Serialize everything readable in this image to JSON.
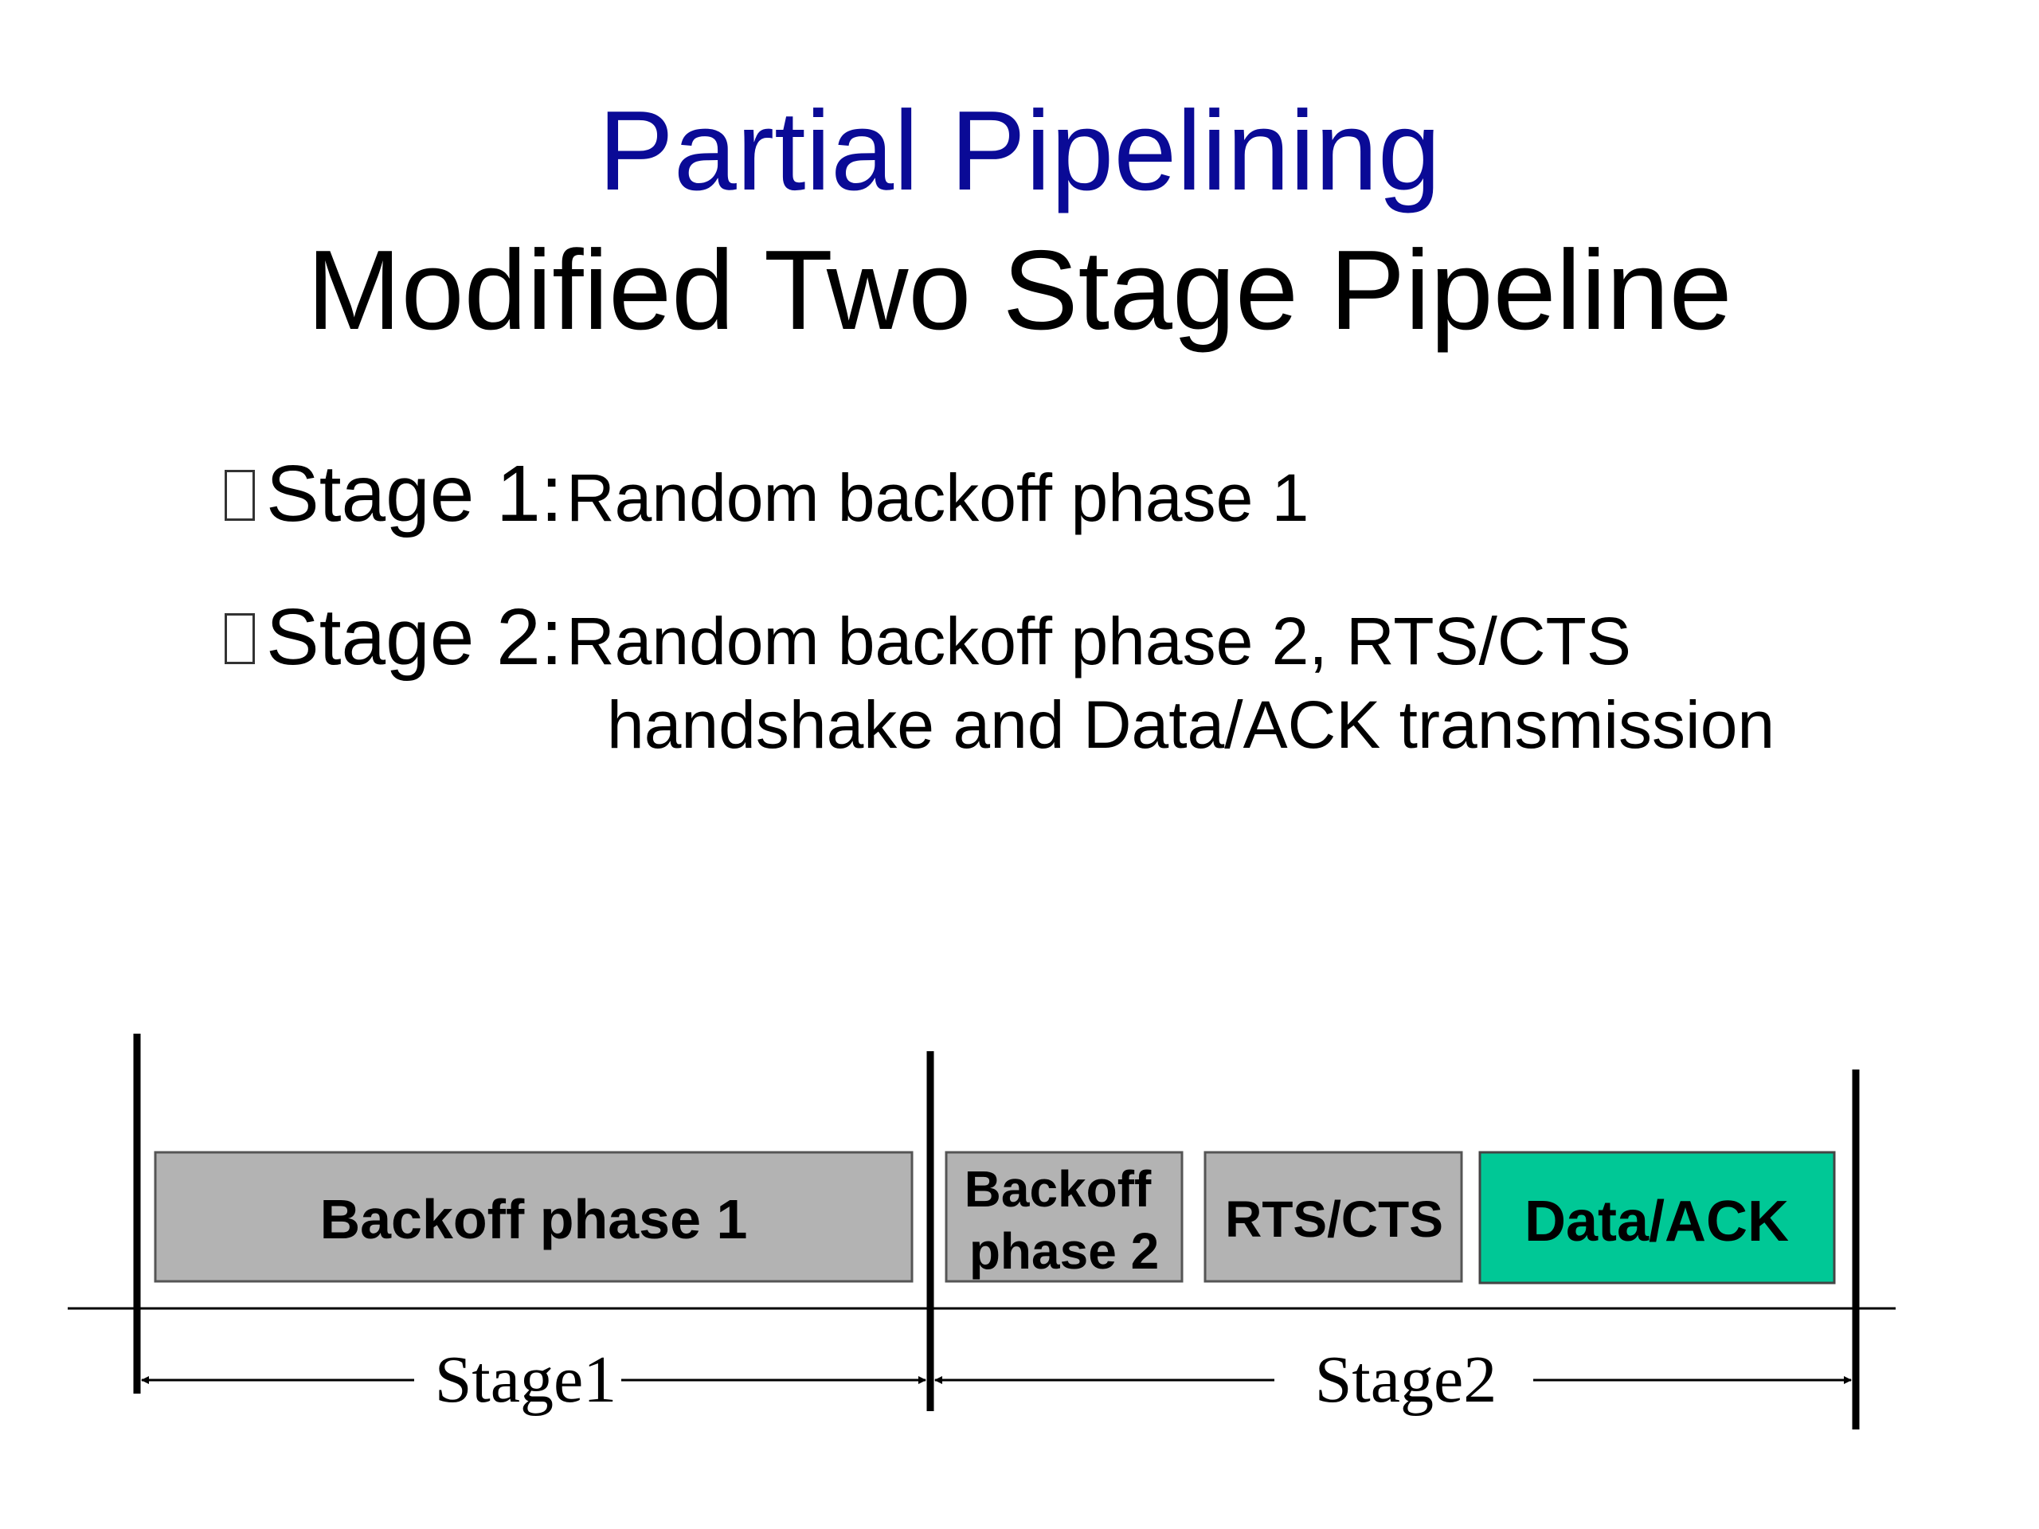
{
  "title": {
    "main": "Partial Pipelining",
    "sub": "Modified Two Stage Pipeline"
  },
  "bullets": [
    {
      "label": "Stage 1:",
      "text": "Random backoff phase 1"
    },
    {
      "label": "Stage 2:",
      "text": "Random backoff phase 2, RTS/CTS",
      "continuation": "handshake and Data/ACK transmission"
    }
  ],
  "diagram": {
    "boxes": {
      "backoff1": "Backoff phase 1",
      "backoff2_line1": "Backoff",
      "backoff2_line2": "phase 2",
      "rtscts": "RTS/CTS",
      "dataack": "Data/ACK"
    },
    "stages": {
      "stage1": "Stage1",
      "stage2": "Stage2"
    }
  },
  "colors": {
    "title_main": "#0a0a96",
    "box_gray": "#b3b3b3",
    "box_green": "#00c896",
    "line": "#000000"
  }
}
